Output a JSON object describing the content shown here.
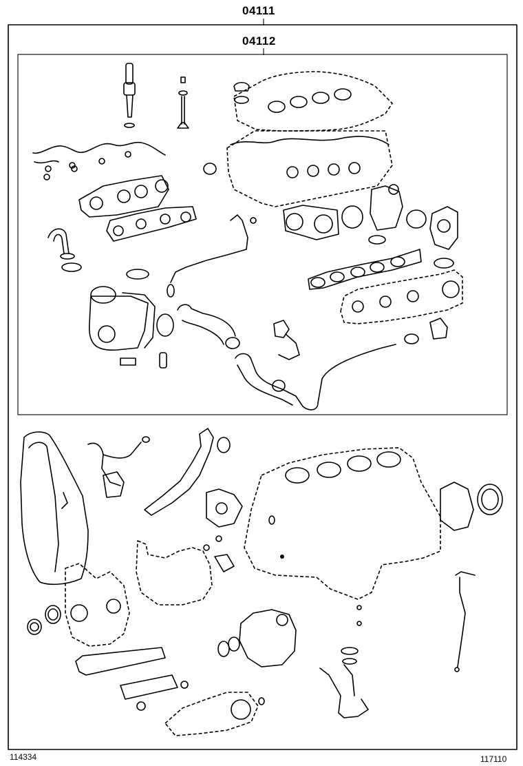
{
  "diagram": {
    "outer_kit_label": "04111",
    "inner_kit_label": "04112",
    "footer_left": "114334",
    "footer_right": "117110"
  }
}
